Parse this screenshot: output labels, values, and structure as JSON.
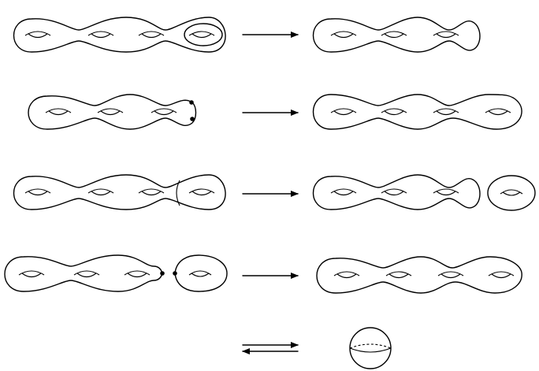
{
  "diagram": {
    "rows": [
      {
        "left_genus": 4,
        "op": "loop-degeneration",
        "right_genus": 3
      },
      {
        "left_genus": 3,
        "op": "marked-points",
        "right_genus": 4
      },
      {
        "left_genus": 4,
        "op": "separating-curve",
        "right_genus": [
          3,
          1
        ]
      },
      {
        "left_genus": [
          3,
          1
        ],
        "op": "node-join",
        "right_genus": 4
      },
      {
        "op": "two-way",
        "right": "sphere"
      }
    ],
    "colors": {
      "stroke": "#000000",
      "background": "#ffffff"
    }
  }
}
